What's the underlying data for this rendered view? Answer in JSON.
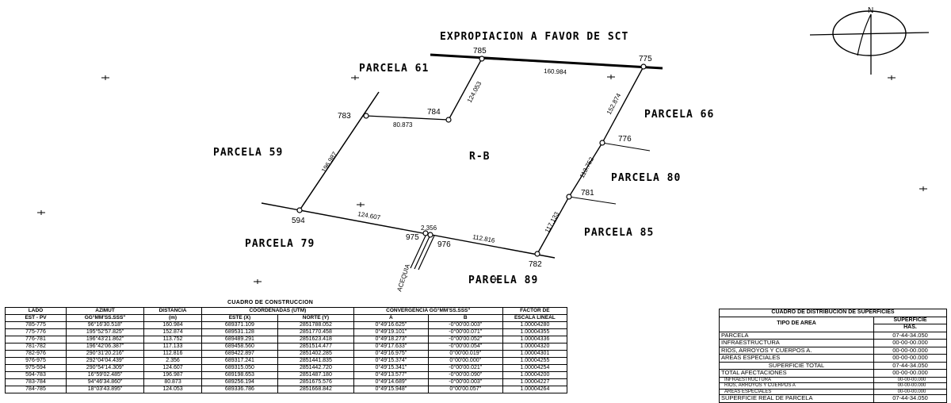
{
  "north_label": "N",
  "title": "EXPROPIACION A FAVOR DE SCT",
  "parcel_labels": [
    "PARCELA 61",
    "PARCELA 66",
    "PARCELA 59",
    "PARCELA 80",
    "PARCELA 85",
    "PARCELA 79",
    "PARCELA 89"
  ],
  "zone_label": "R-B",
  "canal_label": "ACEQUIA",
  "points": {
    "p785": "785",
    "p775": "775",
    "p783": "783",
    "p784": "784",
    "p776": "776",
    "p781": "781",
    "p594": "594",
    "p975": "975",
    "p976": "976",
    "p782": "782"
  },
  "distances": {
    "d785_775": "160.984",
    "d784_785": "124.053",
    "d775_776": "152.874",
    "d783_784": "80.873",
    "d594_783": "196.987",
    "d776_781": "113.752",
    "d781_782": "117.133",
    "d975_594": "124.607",
    "d975_976": "2.356",
    "d976_782": "112.816"
  },
  "construction_table": {
    "caption": "CUADRO DE CONSTRUCCION",
    "headers": {
      "lado": "LADO",
      "est_pv": "EST - PV",
      "azimut": "AZIMUT",
      "azimut_fmt": "GG°MM'SS.SSS\"",
      "distancia": "DISTANCIA",
      "distancia_unit": "(m)",
      "coords": "COORDENADAS (UTM)",
      "este": "ESTE (X)",
      "norte": "NORTE (Y)",
      "convergencia": "CONVERGENCIA GG°MM'SS.SSS\"",
      "conv_a": "A",
      "conv_b": "B",
      "factor": "FACTOR DE",
      "factor2": "ESCALA LINEAL"
    },
    "rows": [
      [
        "785-775",
        "96°16'30.518\"",
        "160.984",
        "689371.109",
        "2851788.052",
        "0°49'16.625\"",
        "-0°00'00.003\"",
        "1.00004280"
      ],
      [
        "775-776",
        "195°52'57.825\"",
        "152.874",
        "689531.128",
        "2851770.458",
        "0°49'19.101\"",
        "-0°00'00.071\"",
        "1.00004355"
      ],
      [
        "776-781",
        "196°43'21.862\"",
        "113.752",
        "689489.291",
        "2851623.418",
        "0°49'18.273\"",
        "-0°00'00.052\"",
        "1.00004336"
      ],
      [
        "781-782",
        "196°42'06.387\"",
        "117.133",
        "689458.560",
        "2851514.477",
        "0°49'17.633\"",
        "-0°00'00.054\"",
        "1.00004320"
      ],
      [
        "782-976",
        "290°31'20.216\"",
        "112.816",
        "689422.897",
        "2851402.285",
        "0°49'16.975\"",
        "0°00'00.019\"",
        "1.00004301"
      ],
      [
        "976-975",
        "292°04'04.439\"",
        "2.356",
        "689317.241",
        "2851441.835",
        "0°49'15.374\"",
        "0°00'00.000\"",
        "1.00004255"
      ],
      [
        "975-594",
        "290°54'14.309\"",
        "124.607",
        "689315.050",
        "2851442.720",
        "0°49'15.341\"",
        "-0°00'00.021\"",
        "1.00004254"
      ],
      [
        "594-783",
        "16°59'02.485\"",
        "196.987",
        "689198.653",
        "2851487.180",
        "0°49'13.577\"",
        "-0°00'00.090\"",
        "1.00004200"
      ],
      [
        "783-784",
        "94°46'34.860\"",
        "80.873",
        "689256.194",
        "2851675.576",
        "0°49'14.689\"",
        "-0°00'00.003\"",
        "1.00004227"
      ],
      [
        "784-785",
        "18°03'43.895\"",
        "124.053",
        "689336.786",
        "2851668.842",
        "0°49'15.948\"",
        "0°00'00.057\"",
        "1.00004264"
      ]
    ]
  },
  "distribution_table": {
    "caption": "CUADRO DE DISTRIBUCION DE SUPERFICIES",
    "col_tipo": "TIPO DE AREA",
    "col_sup": "SUPERFICIE",
    "col_sup_unit": "HAS.",
    "rows": [
      {
        "label": "PARCELA",
        "value": "07-44-34.050"
      },
      {
        "label": "INFRAESTRUCTURA",
        "value": "00-00-00.000"
      },
      {
        "label": "RIOS, ARROYOS Y CUERPOS A.",
        "value": "00-00-00.000"
      },
      {
        "label": "AREAS ESPECIALES",
        "value": "00-00-00.000"
      },
      {
        "label": "SUPERFICIE TOTAL",
        "value": "07-44-34.050"
      }
    ],
    "afectaciones": {
      "label": "TOTAL AFECTACIONES",
      "value": "00-00-00.000",
      "sub": [
        {
          "label": "INFRAESTRUCTURA",
          "value": "00-00-00.000"
        },
        {
          "label": "RIOS, ARROYOS Y CUERPOS A",
          "value": "00-00-00.000"
        },
        {
          "label": "AREAS ESPECIALES",
          "value": "00-00-00.000"
        }
      ]
    },
    "real": {
      "label": "SUPERFICIE REAL DE PARCELA",
      "value": "07-44-34.050"
    }
  }
}
